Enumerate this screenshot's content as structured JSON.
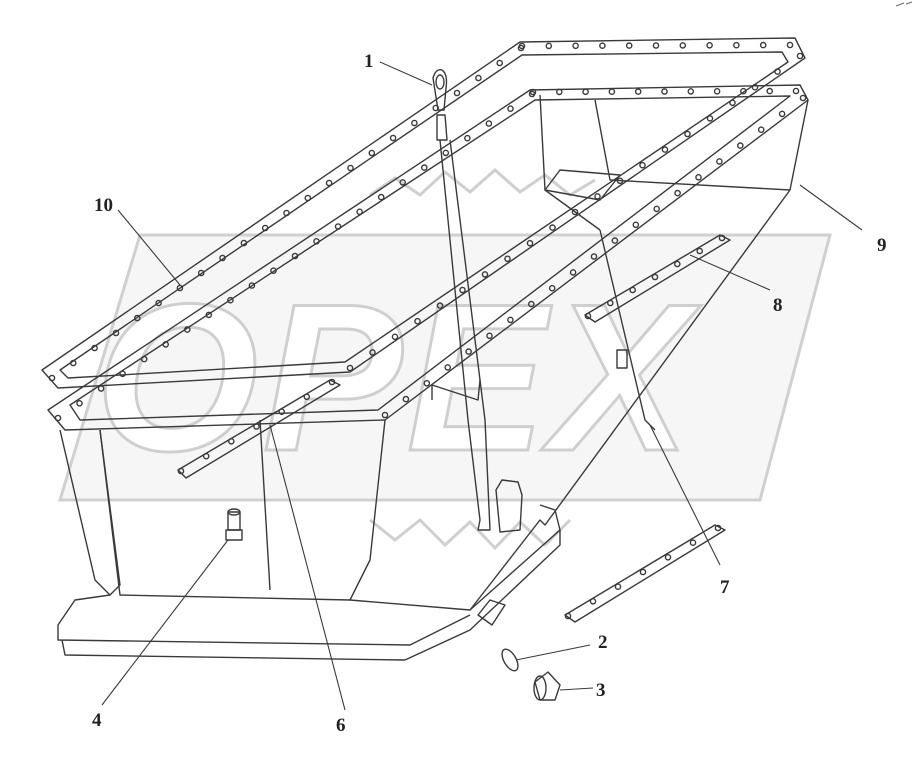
{
  "diagram": {
    "watermark": "OPEX",
    "callouts": [
      "1",
      "2",
      "3",
      "4",
      "6",
      "7",
      "8",
      "9",
      "10"
    ],
    "colors": {
      "line": "#3a3a3a",
      "watermark_fill": "#f4f4f4",
      "watermark_stroke": "#cfcfcf"
    }
  }
}
